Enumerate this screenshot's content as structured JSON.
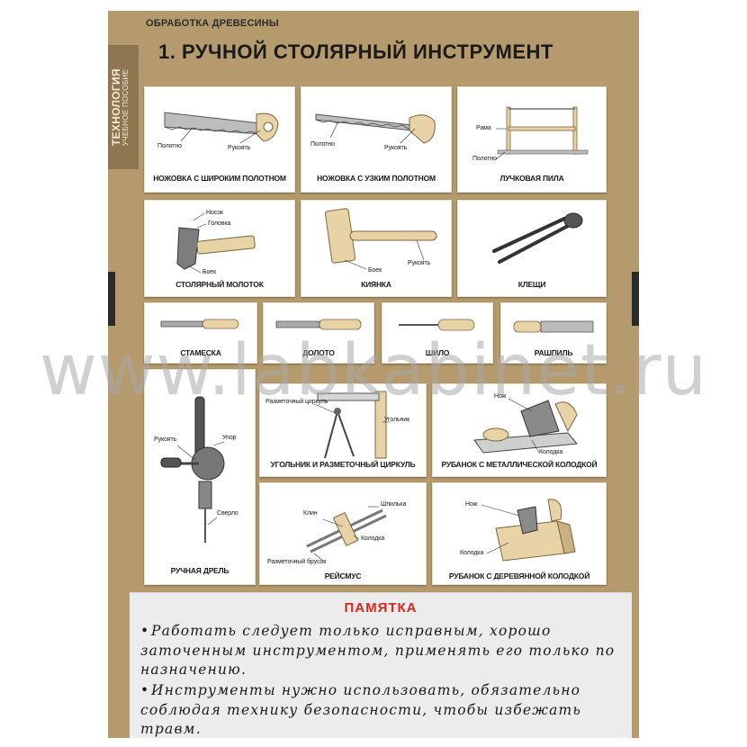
{
  "header": {
    "section": "ОБРАБОТКА ДРЕВЕСИНЫ",
    "title": "1. РУЧНОЙ СТОЛЯРНЫЙ ИНСТРУМЕНТ"
  },
  "sidebar": {
    "subject": "ТЕХНОЛОГИЯ",
    "subtitle": "УЧЕБНОЕ ПОСОБИЕ"
  },
  "cards": {
    "saw_wide": {
      "caption": "НОЖОВКА С ШИРОКИМ ПОЛОТНОМ",
      "labels": [
        "Полотно",
        "Рукоять"
      ]
    },
    "saw_narrow": {
      "caption": "НОЖОВКА С УЗКИМ ПОЛОТНОМ",
      "labels": [
        "Полотно",
        "Рукоять"
      ]
    },
    "bow_saw": {
      "caption": "ЛУЧКОВАЯ ПИЛА",
      "labels": [
        "Рама",
        "Полотно"
      ]
    },
    "hammer": {
      "caption": "СТОЛЯРНЫЙ МОЛОТОК",
      "labels": [
        "Носок",
        "Головка",
        "Боек"
      ]
    },
    "mallet": {
      "caption": "КИЯНКА",
      "labels": [
        "Боек",
        "Рукоять"
      ]
    },
    "pincers": {
      "caption": "КЛЕЩИ"
    },
    "chisel": {
      "caption": "СТАМЕСКА"
    },
    "chisel2": {
      "caption": "ДОЛОТО"
    },
    "awl": {
      "caption": "ШИЛО"
    },
    "rasp": {
      "caption": "РАШПИЛЬ"
    },
    "drill": {
      "caption": "РУЧНАЯ ДРЕЛЬ",
      "labels": [
        "Рукоять",
        "Упор",
        "Сверло"
      ]
    },
    "square": {
      "caption": "УГОЛЬНИК И РАЗМЕТОЧНЫЙ ЦИРКУЛЬ",
      "labels": [
        "Разметочный циркуль",
        "Угольник"
      ]
    },
    "plane_metal": {
      "caption": "РУБАНОК С МЕТАЛЛИЧЕСКОЙ КОЛОДКОЙ",
      "labels": [
        "Нож",
        "Колодка"
      ]
    },
    "gauge": {
      "caption": "РЕЙСМУС",
      "labels": [
        "Клин",
        "Шпилька",
        "Колодка",
        "Разметочный брусок"
      ]
    },
    "plane_wood": {
      "caption": "РУБАНОК С ДЕРЕВЯННОЙ КОЛОДКОЙ",
      "labels": [
        "Нож",
        "Колодка"
      ]
    }
  },
  "memo": {
    "title": "ПАМЯТКА",
    "items": [
      "Работать следует только исправным, хорошо заточенным инструментом, применять его только по назначению.",
      "Инструменты нужно использовать, обязательно соблюдая технику безопасности, чтобы избежать травм."
    ]
  },
  "watermark": "www.labkabinet.ru",
  "colors": {
    "poster": "#b49a6c",
    "sidebar": "#8d7650",
    "memo_title": "#d8281f",
    "wood": "#e8d3a6",
    "metal": "#8a8a8a"
  }
}
